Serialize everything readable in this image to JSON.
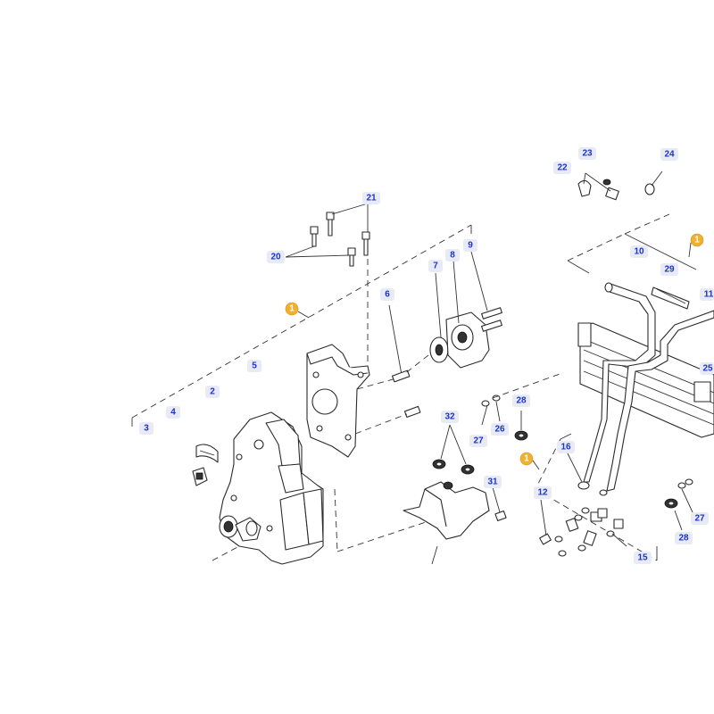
{
  "callouts": {
    "c1a": "1",
    "c1b": "1",
    "c1c": "1",
    "c2": "2",
    "c3": "3",
    "c4": "4",
    "c5": "5",
    "c6": "6",
    "c7": "7",
    "c8": "8",
    "c9": "9",
    "c10": "10",
    "c11": "11",
    "c12": "12",
    "c15": "15",
    "c16": "16",
    "c20": "20",
    "c21": "21",
    "c22": "22",
    "c23": "23",
    "c24": "24",
    "c25": "25",
    "c26": "26",
    "c27a": "27",
    "c27b": "27",
    "c28a": "28",
    "c28b": "28",
    "c29": "29",
    "c31": "31",
    "c32": "32"
  },
  "colors": {
    "callout_text": "#1a33cc",
    "callout_bg": "#e8eaf6",
    "badge": "#f0b030",
    "line": "#333333"
  }
}
